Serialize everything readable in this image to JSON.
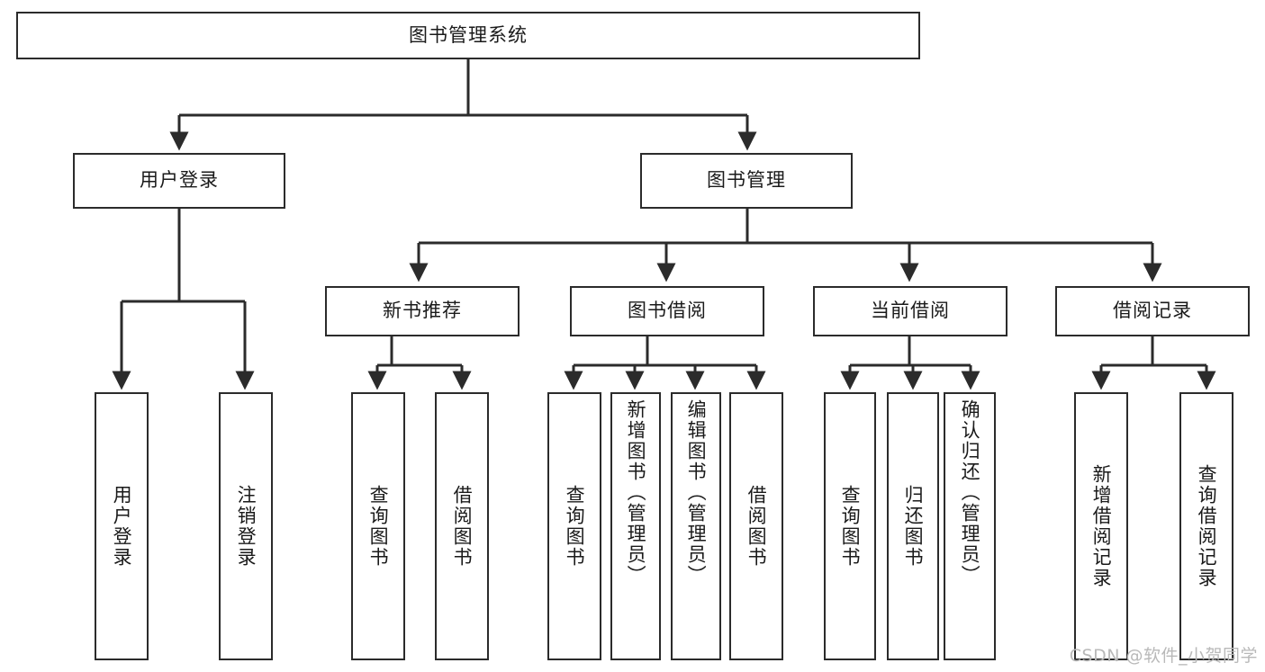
{
  "diagram": {
    "type": "tree",
    "title": "图书管理系统",
    "background_color": "#ffffff",
    "line_color": "#2b2b2b",
    "text_color": "#1a1a1a"
  },
  "nodes": {
    "root": {
      "label": "图书管理系统"
    },
    "level2": [
      {
        "id": "user-login",
        "label": "用户登录"
      },
      {
        "id": "book-manage",
        "label": "图书管理"
      }
    ],
    "level3": [
      {
        "id": "new-book-recommend",
        "label": "新书推荐"
      },
      {
        "id": "book-borrow",
        "label": "图书借阅"
      },
      {
        "id": "current-borrow",
        "label": "当前借阅"
      },
      {
        "id": "borrow-record",
        "label": "借阅记录"
      }
    ],
    "leaves": {
      "user_login": [
        {
          "id": "leaf-user-login",
          "label": "用户登录"
        },
        {
          "id": "leaf-logout-login",
          "label": "注销登录"
        }
      ],
      "new_book_recommend": [
        {
          "id": "leaf-query-book-1",
          "label": "查询图书"
        },
        {
          "id": "leaf-borrow-book-1",
          "label": "借阅图书"
        }
      ],
      "book_borrow": [
        {
          "id": "leaf-query-book-2",
          "label": "查询图书"
        },
        {
          "id": "leaf-add-book",
          "label": "新增图书（管理员）"
        },
        {
          "id": "leaf-edit-book",
          "label": "编辑图书（管理员）"
        },
        {
          "id": "leaf-borrow-book-2",
          "label": "借阅图书"
        }
      ],
      "current_borrow": [
        {
          "id": "leaf-query-book-3",
          "label": "查询图书"
        },
        {
          "id": "leaf-return-book",
          "label": "归还图书"
        },
        {
          "id": "leaf-confirm-return",
          "label": "确认归还（管理员）"
        }
      ],
      "borrow_record": [
        {
          "id": "leaf-add-record",
          "label": "新增借阅记录"
        },
        {
          "id": "leaf-query-record",
          "label": "查询借阅记录"
        }
      ]
    }
  },
  "watermark": {
    "text": "CSDN @软件_小贺同学"
  }
}
